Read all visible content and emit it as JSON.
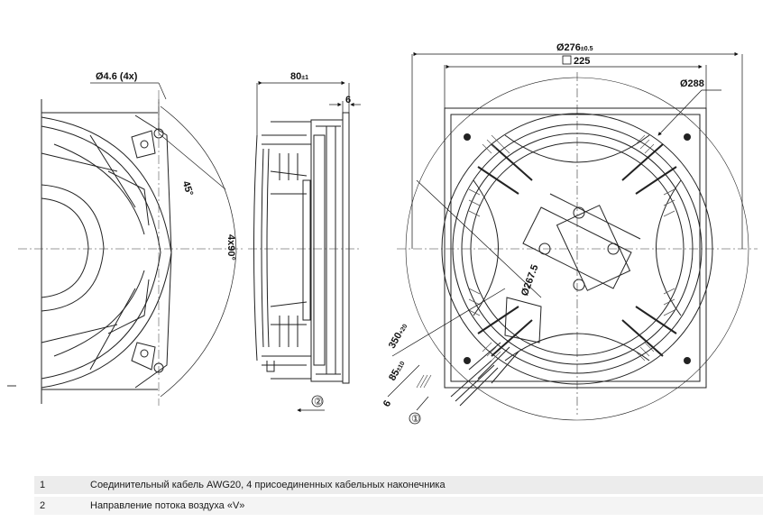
{
  "dimensions": {
    "hole": "Ø4.6 (4x)",
    "angle45": "45°",
    "angle4x90": "4x90°",
    "depth_main": "80",
    "depth_tol": "±1",
    "flange": "6",
    "outer_dia_main": "Ø276",
    "outer_dia_tol": "±0.5",
    "square": "225",
    "ring_dia": "Ø288",
    "inner_dia": "Ø267.5",
    "cable_len_main": "350",
    "cable_len_tol": "+20",
    "strip_main": "85",
    "strip_tol": "±10",
    "strip_end": "6"
  },
  "callouts": {
    "c1": "①",
    "c2": "②"
  },
  "legend": [
    {
      "num": "1",
      "text": "Соединительный кабель AWG20, 4 присоединенных кабельных наконечника"
    },
    {
      "num": "2",
      "text": "Направление потока воздуха «V»"
    }
  ],
  "colors": {
    "line": "#222222",
    "hatch": "#555555",
    "legend_bg": "#ececec"
  }
}
